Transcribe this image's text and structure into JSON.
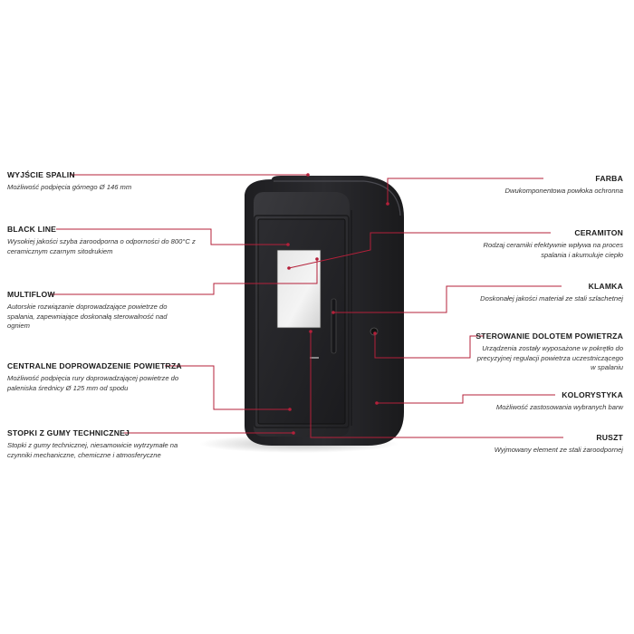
{
  "colors": {
    "accent": "#b4203a",
    "stove": "#27272a",
    "text": "#1a1a1a"
  },
  "labels": {
    "wyjscie_spalin": {
      "title": "WYJŚCIE SPALIN",
      "desc": "Możliwość podpięcia górnego Ø 146 mm"
    },
    "black_line": {
      "title": "BLACK LINE",
      "desc": "Wysokiej jakości szyba żaroodporna o odporności do 800°C z ceramicznym czarnym sitodrukiem"
    },
    "multiflow": {
      "title": "MULTIFLOW",
      "desc": "Autorskie rozwiązanie doprowadzające powietrze do spalania, zapewniające doskonałą sterowalność nad ogniem"
    },
    "centralne": {
      "title": "CENTRALNE DOPROWADZENIE POWIETRZA",
      "desc": "Możliwość podpięcia rury doprowadzającej powietrze do paleniska średnicy Ø 125 mm od spodu"
    },
    "stopki": {
      "title": "STOPKI Z GUMY TECHNICZNEJ",
      "desc": "Stopki z gumy technicznej, niesamowicie wytrzymałe na czynniki mechaniczne, chemiczne i atmosferyczne"
    },
    "farba": {
      "title": "FARBA",
      "desc": "Dwukomponentowa powłoka ochronna"
    },
    "ceramiton": {
      "title": "CERAMITON",
      "desc": "Rodzaj ceramiki efektywnie wpływa na proces spalania i akumuluje ciepło"
    },
    "klamka": {
      "title": "KLAMKA",
      "desc": "Doskonałej jakości materiał ze stali szlachetnej"
    },
    "sterowanie": {
      "title": "STEROWANIE DOLOTEM POWIETRZA",
      "desc": "Urządzenia zostały wyposażone w pokrętło do precyzyjnej regulacji powietrza uczestniczącego w spalaniu"
    },
    "kolorystyka": {
      "title": "KOLORYSTYKA",
      "desc": "Możliwość zastosowania wybranych barw"
    },
    "ruszt": {
      "title": "RUSZT",
      "desc": "Wyjmowany element ze stali żaroodpornej"
    }
  }
}
